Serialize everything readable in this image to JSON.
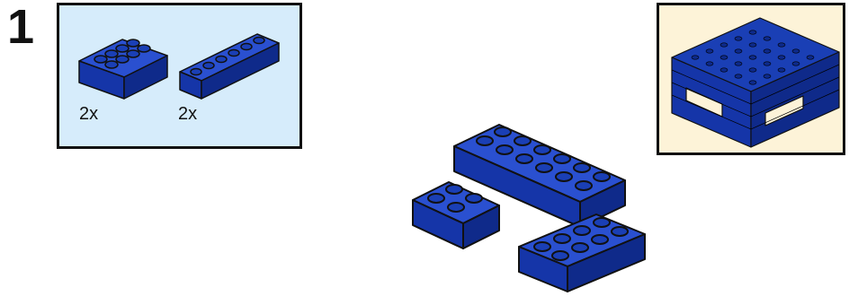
{
  "step": {
    "number": "1"
  },
  "parts_list": {
    "items": [
      {
        "part": "brick-2x4",
        "quantity": "2x"
      },
      {
        "part": "brick-2x6",
        "quantity": "2x"
      }
    ]
  },
  "colors": {
    "brick_blue": "#1a3fb5",
    "brick_outline": "#111111",
    "parts_bg": "#d6ecfb",
    "preview_bg": "#fdf3d8"
  }
}
